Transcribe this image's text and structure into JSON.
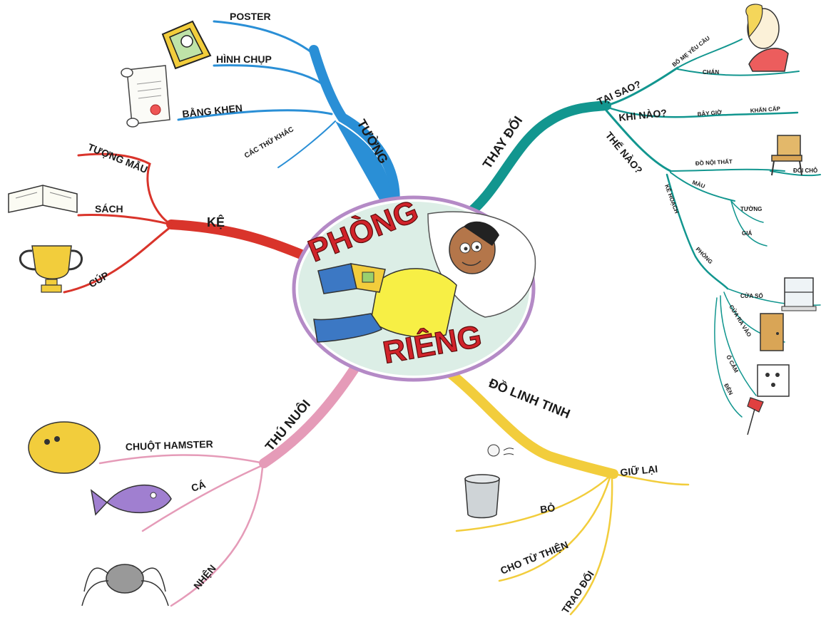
{
  "center": {
    "line1": "PHÒNG",
    "line2": "RIÊNG"
  },
  "colors": {
    "wall": "#2a8fd6",
    "change": "#12968f",
    "shelf": "#d9342b",
    "pets": "#e59bb8",
    "stuff": "#f2cd3c",
    "centerRing": "#b48ac6"
  },
  "branches": {
    "wall": {
      "title": "TƯỜNG",
      "items": [
        "POSTER",
        "HÌNH CHỤP",
        "BẰNG KHEN",
        "CÁC THỨ KHÁC"
      ]
    },
    "change": {
      "title": "THAY ĐỔI",
      "why": {
        "label": "TẠI SAO?",
        "a": "BỐ MẸ YÊU CẦU",
        "b": "CHÁN"
      },
      "when": {
        "label": "KHI NÀO?",
        "a": "BÂY GIỜ",
        "b": "KHẨN CẤP"
      },
      "how": {
        "label": "THẾ NÀO?",
        "a": "ĐỒ NỘI THẤT",
        "b": "ĐỔI CHỖ"
      },
      "color": {
        "label": "MÀU",
        "a": "TƯỜNG",
        "b": "GIÁ"
      },
      "plan": {
        "label": "KẾ HOẠCH",
        "room": "PHÒNG",
        "items": [
          "CỬA SỔ",
          "CỬA RA VÀO",
          "Ổ CẮM",
          "ĐÈN"
        ]
      }
    },
    "shelf": {
      "title": "KỆ",
      "items": [
        "TƯỢNG MẪU",
        "SÁCH",
        "CÚP"
      ]
    },
    "pets": {
      "title": "THÚ NUÔI",
      "items": [
        "CHUỘT HAMSTER",
        "CÁ",
        "NHỆN"
      ]
    },
    "stuff": {
      "title": "ĐỒ LINH TINH",
      "items": [
        "GIỮ LẠI",
        "BỎ",
        "CHO TỪ THIỆN",
        "TRAO ĐỔI"
      ]
    }
  }
}
